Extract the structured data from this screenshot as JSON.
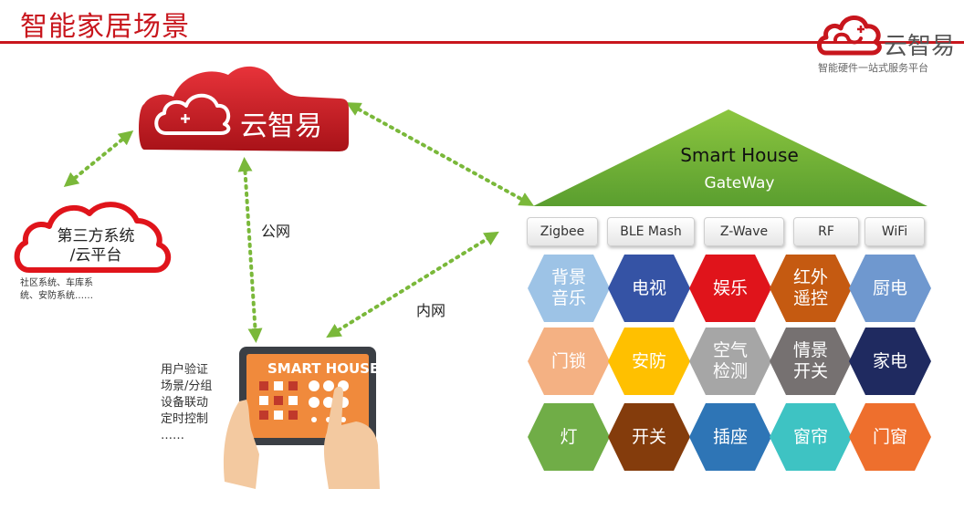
{
  "header": {
    "title": "智能家居场景"
  },
  "brand": {
    "name": "云智易",
    "slogan": "智能硬件一站式服务平台",
    "color": "#c8161d"
  },
  "cloud": {
    "label": "云智易"
  },
  "third_party": {
    "title": "第三方系统\n/云平台",
    "sub": "社区系统、车库系\n统、安防系统……"
  },
  "links": {
    "public_net": "公网",
    "intranet": "内网"
  },
  "user_app": {
    "tablet_title": "SMART HOUSE",
    "features": [
      "用户验证",
      "场景/分组",
      "设备联动",
      "定时控制",
      "……"
    ]
  },
  "house": {
    "title": "Smart  House",
    "subtitle": "GateWay",
    "protocols": [
      "Zigbee",
      "BLE Mash",
      "Z-Wave",
      "RF",
      "WiFi"
    ],
    "devices": [
      {
        "label": "背景\n音乐",
        "color": "#9dc3e6"
      },
      {
        "label": "电视",
        "color": "#3553a5"
      },
      {
        "label": "娱乐",
        "color": "#e0141b"
      },
      {
        "label": "红外\n遥控",
        "color": "#c55a11"
      },
      {
        "label": "厨电",
        "color": "#6f98cf"
      },
      {
        "label": "门锁",
        "color": "#f4b183"
      },
      {
        "label": "安防",
        "color": "#ffc000"
      },
      {
        "label": "空气\n检测",
        "color": "#a6a6a6"
      },
      {
        "label": "情景\n开关",
        "color": "#767171"
      },
      {
        "label": "家电",
        "color": "#1f2a60"
      },
      {
        "label": "灯",
        "color": "#70ad47"
      },
      {
        "label": "开关",
        "color": "#843c0c"
      },
      {
        "label": "插座",
        "color": "#2e75b6"
      },
      {
        "label": "窗帘",
        "color": "#3ec3c3"
      },
      {
        "label": "门窗",
        "color": "#ee6f2d"
      }
    ]
  }
}
